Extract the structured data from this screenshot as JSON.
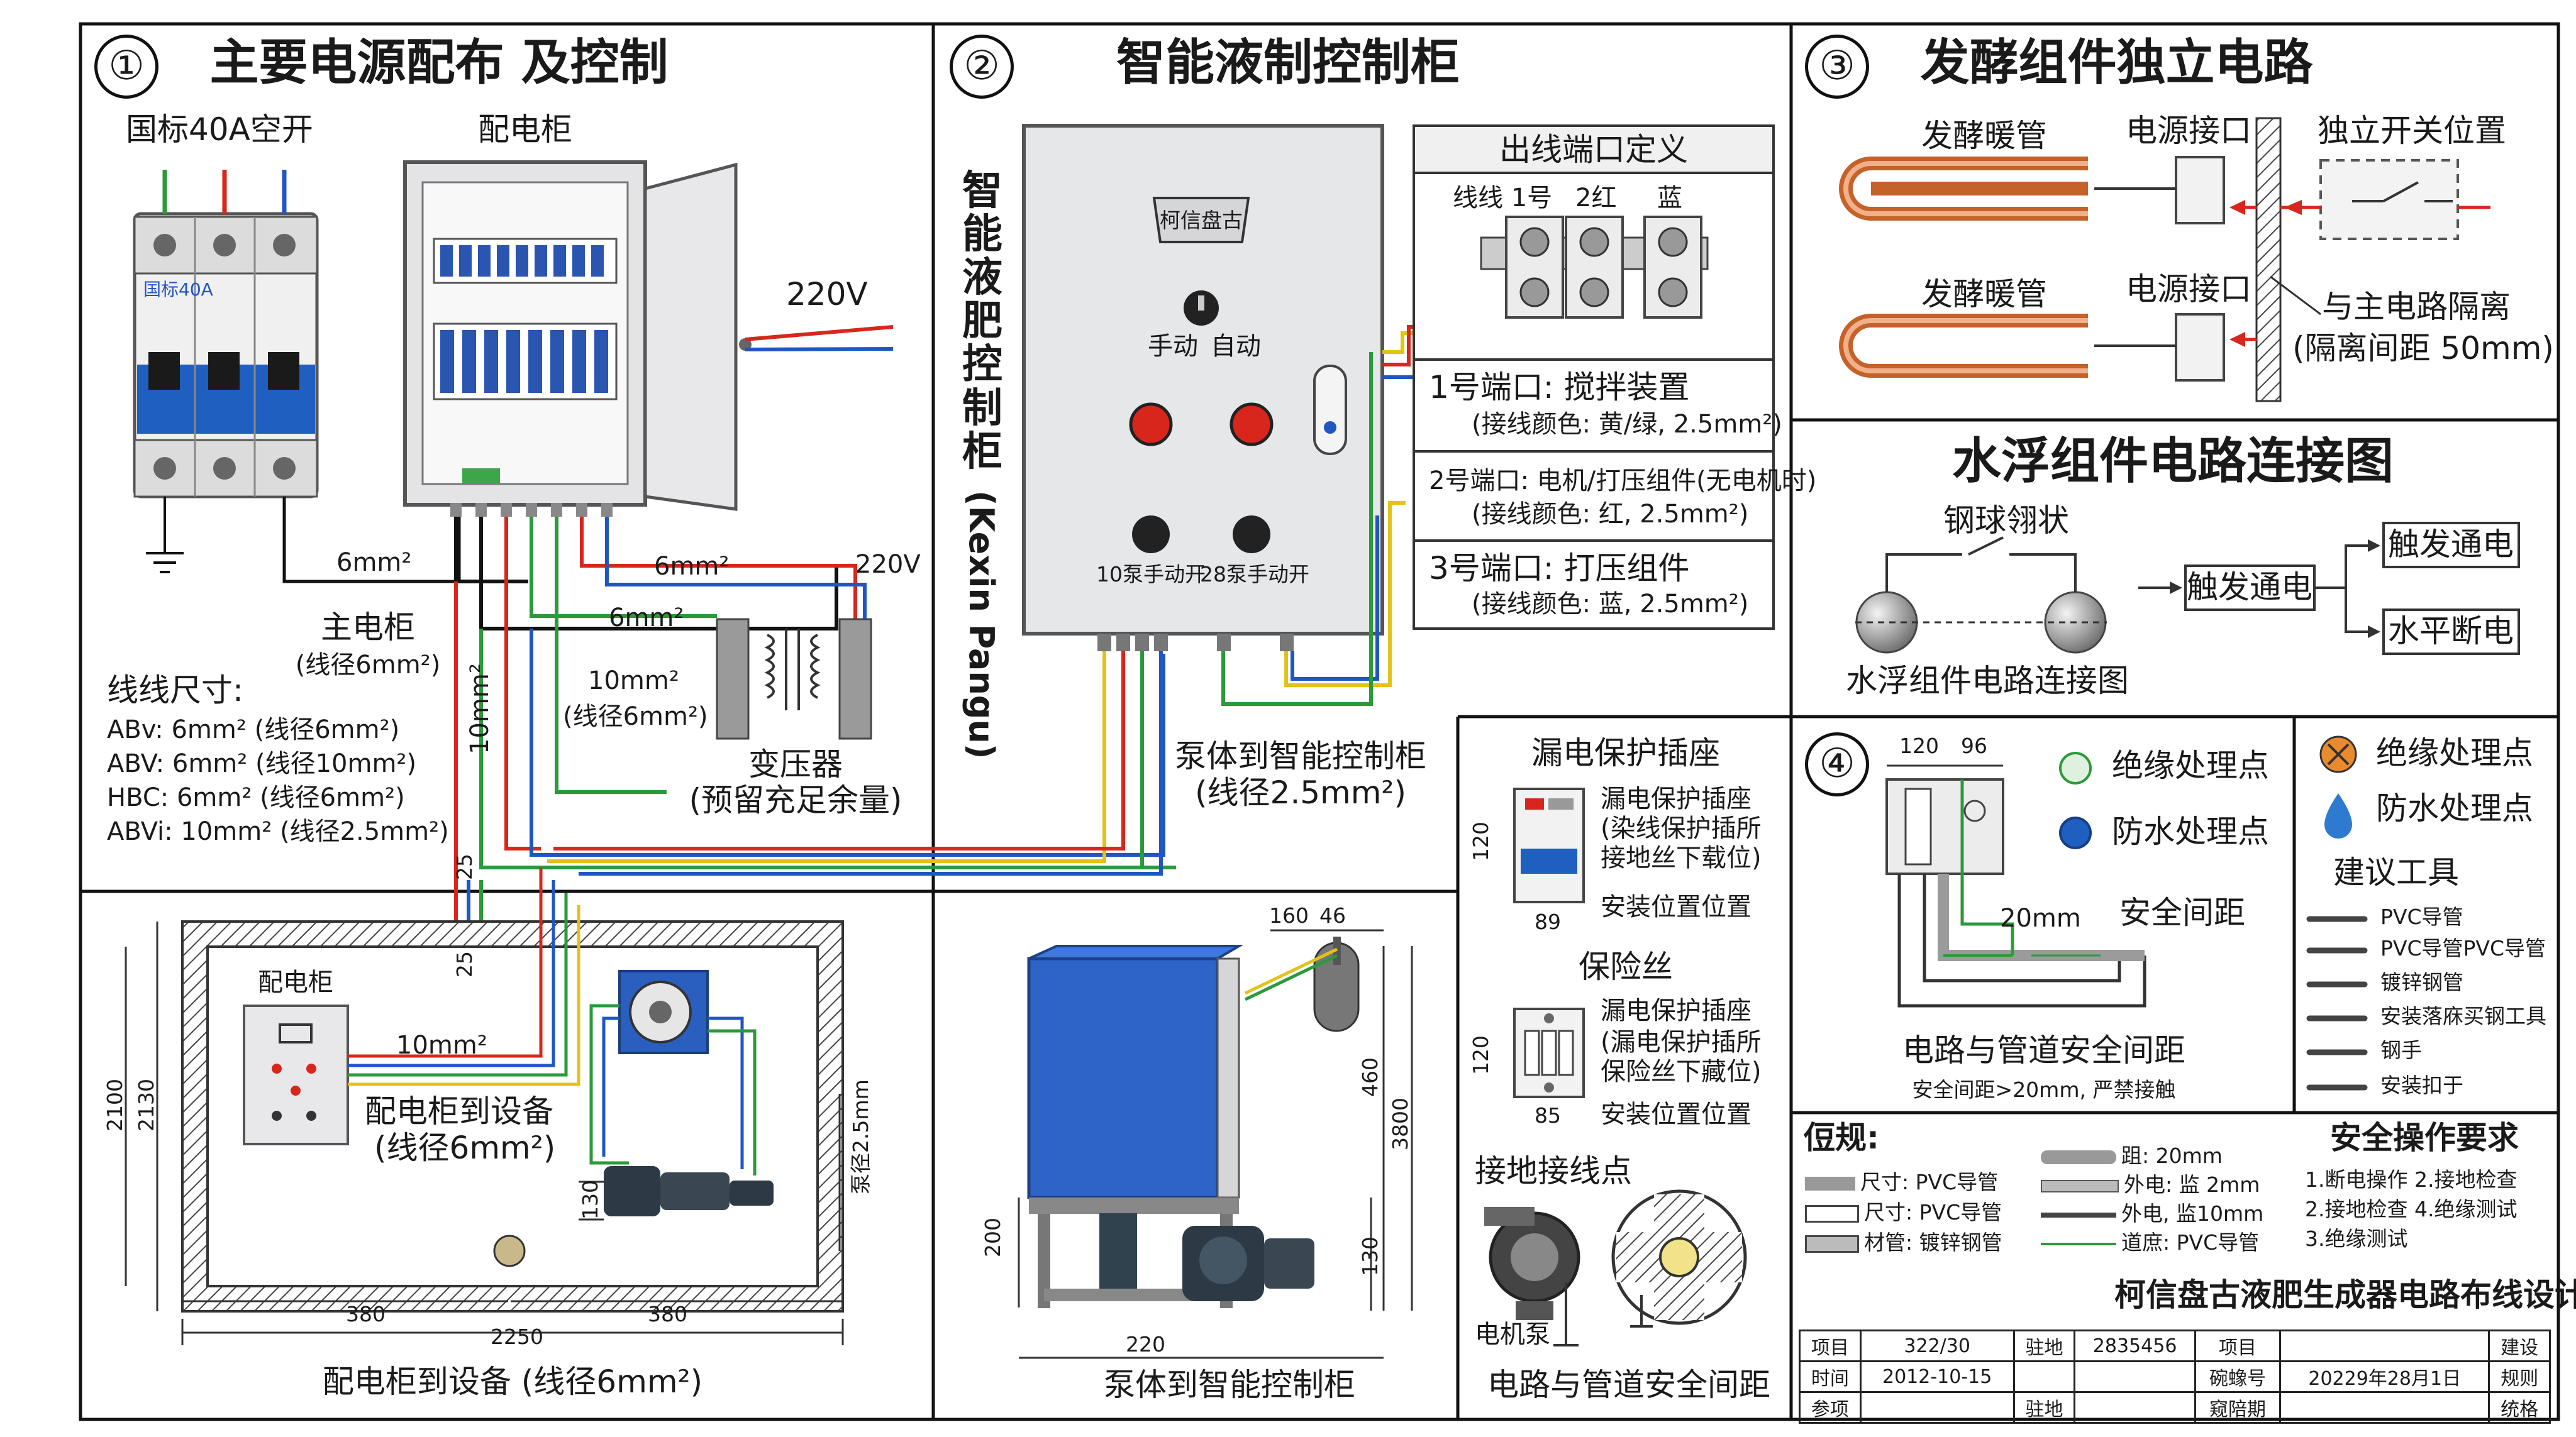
{
  "sections": {
    "s1": {
      "num": "①",
      "title": "主要电源配布 及控制"
    },
    "s2": {
      "num": "②",
      "title": "智能液制控制柜"
    },
    "s3": {
      "num": "③",
      "title": "发酵组件独立电路"
    },
    "s4": {
      "num": "④"
    }
  },
  "s1": {
    "breaker_label": "国标40A空开",
    "breaker_brand": "国标40A",
    "cabinet_label": "配电柜",
    "v220": "220V",
    "v220_small": "220V",
    "w6": "6mm²",
    "w6b": "6mm²",
    "w6c": "6mm²",
    "main_cab": "主电柜",
    "main_cab_sub": "(线径6mm²)",
    "w10": "10mm²",
    "w10_sub": "(线径6mm²)",
    "w10_vert": "10mm²",
    "transformer": "变压器",
    "transformer_sub": "(预留充足余量)",
    "sizes_title": "线线尺寸:",
    "sizes": [
      "ABv:  6mm² (线径6mm²)",
      "ABV:  6mm² (线径10mm²)",
      "HBC:  6mm² (线径6mm²)",
      "ABVi:  10mm² (线径2.5mm²)"
    ]
  },
  "s2": {
    "vertical_title": [
      "智",
      "能",
      "液",
      "肥",
      "控",
      "制",
      "柜"
    ],
    "vertical_en": "(Kexin Pangu)",
    "logo": "柯信盘古",
    "manual": "手动",
    "auto": "自动",
    "pump1": "10泵手动开",
    "pump2": "28泵手动开",
    "pump_to_cab": "泵体到智能控制柜",
    "pump_to_cab_sub": "(线径2.5mm²)",
    "terminal_title": "出线端口定义",
    "terminal_labels": [
      "线线 1号",
      "2红",
      "蓝"
    ],
    "ports": [
      {
        "name": "1号端口: 搅拌装置",
        "color": "(接线颜色: 黄/绿, 2.5mm²)"
      },
      {
        "name": "2号端口: 电机/打压组件(无电机时)",
        "color": "(接线颜色: 红, 2.5mm²)"
      },
      {
        "name": "3号端口: 打压组件",
        "color": "(接线颜色: 蓝, 2.5mm²)"
      }
    ]
  },
  "s3": {
    "heater": "发酵暖管",
    "heater2": "发酵暖管",
    "power_port": "电源接口",
    "power_port2": "电源接口",
    "switch_pos": "独立开关位置",
    "isolate": "与主电路隔离",
    "isolate_sub": "(隔离间距 50mm)"
  },
  "float": {
    "title": "水浮组件电路连接图",
    "ball": "钢球翎状",
    "trigger": "触发通电",
    "trigger2": "触发通电",
    "level": "水平断电",
    "caption": "水浮组件电路连接图"
  },
  "s4": {
    "dim1": "120",
    "dim2": "96",
    "gap": "20mm",
    "safe_dist": "安全间距",
    "title": "电路与管道安全间距",
    "note": "安全间距>20mm, 严禁接触",
    "insul": "绝缘处理点",
    "water": "防水处理点",
    "insul2": "绝缘处理点",
    "water2": "防水处理点",
    "tools_title": "建议工具",
    "tools": [
      "PVC导管",
      "PVC导管PVC导管",
      "镀锌钢管",
      "安装落庥买钢工具",
      "钢手",
      "安装扣于"
    ]
  },
  "leak": {
    "title": "漏电保护插座",
    "l1": "漏电保护插座",
    "l2": "(染线保护插所",
    "l3": "接地丝下载位)",
    "l4": "安装位置位置",
    "dim_h": "120",
    "dim_w": "89",
    "fuse_title": "保险丝",
    "f1": "漏电保护插座",
    "f2": "(漏电保护插所",
    "f3": "保险丝下藏位)",
    "f4": "安装位置位置",
    "fdim_h": "120",
    "fdim_w": "85"
  },
  "ground": {
    "title": "接地接线点",
    "motor": "电机泵",
    "caption": "电路与管道安全间距"
  },
  "bottom1": {
    "cabinet": "配电柜",
    "w10": "10mm²",
    "to_dev": "配电柜到设备",
    "to_dev_sub": "(线径6mm²)",
    "pump_dia": "泵径2.5mm",
    "d2100": "2100",
    "d2130": "2130",
    "d130": "130",
    "d380a": "380",
    "d380b": "380",
    "d2250": "2250",
    "d25a": "25",
    "d25b": "25",
    "caption": "配电柜到设备 (线径6mm²)"
  },
  "bottom2": {
    "d160": "160",
    "d46": "46",
    "d460": "460",
    "d3800": "3800",
    "d200": "200",
    "d130": "130",
    "d220": "220",
    "caption": "泵体到智能控制柜"
  },
  "legend": {
    "title": "侸规:",
    "left": [
      "尺寸: PVC导管",
      "尺寸: PVC导管",
      "材管: 镀锌钢管"
    ],
    "right": [
      "跙: 20mm",
      "外电: 监 2mm",
      "外电, 监10mm",
      "道庶: PVC导管"
    ]
  },
  "safety": {
    "title": "安全操作要求",
    "items": [
      "1.断电操作  2.接地检查",
      "2.接地检查  4.绝缘测试",
      "3.绝缘测试"
    ]
  },
  "titleblock": {
    "title": "柯信盘古液肥生成器电路布线设计图",
    "rows": [
      [
        "项目",
        "322/30",
        "驻地",
        "2835456",
        "项目",
        "",
        "建设"
      ],
      [
        "时间",
        "2012-10-15",
        "",
        "",
        "碗蟓号",
        "20229年28月1日",
        "规则"
      ],
      [
        "参项",
        "",
        "驻地",
        "",
        "窥陪期",
        "",
        "统格"
      ]
    ]
  },
  "colors": {
    "red": "#d9261c",
    "blue": "#1f56c4",
    "green": "#2a9a3a",
    "yellow": "#e3c21a",
    "black": "#1a1a1a",
    "gray_panel": "#e6e7e9",
    "blue_tank": "#2e63c8"
  }
}
